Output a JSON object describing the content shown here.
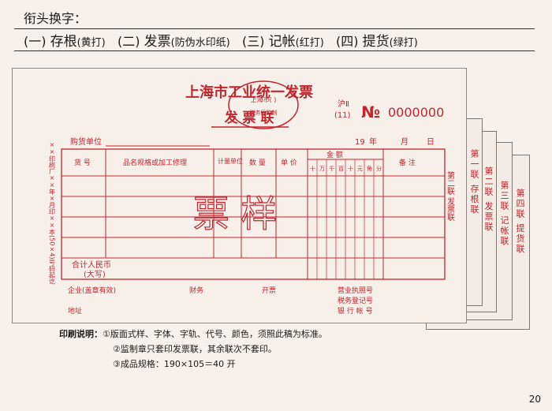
{
  "header": {
    "title": "衔头换字："
  },
  "copies": [
    {
      "num": "(一)",
      "name": "存根",
      "note": "(黄打)"
    },
    {
      "num": "(二)",
      "name": "发票",
      "note": "(防伪水印纸)"
    },
    {
      "num": "(三)",
      "name": "记帐",
      "note": "(红打)"
    },
    {
      "num": "(四)",
      "name": "提货",
      "note": "(绿打)"
    }
  ],
  "invoice": {
    "title": "上海市工业统一发票",
    "subtitle": "发 票 联",
    "series_line1": "沪Ⅱ",
    "series_line2": "(11)",
    "number_mark": "№",
    "number": "0000000",
    "stamp_line1": "上海市(   )",
    "stamp_line2": "税务局监制",
    "buyer_label": "购货单位",
    "date_year": "19",
    "date_year_unit": "年",
    "date_month": "月",
    "date_day": "日",
    "side_print": "××印刷厂××年×月印××本(50×4)号码起讫",
    "columns": {
      "item_no": "货  号",
      "name_spec": "品名规格或加工修理",
      "unit": "计量单位",
      "qty": "数  量",
      "price": "单  价",
      "amount": "金     额",
      "remark": "备   注"
    },
    "amount_digits": [
      "十",
      "万",
      "千",
      "百",
      "十",
      "元",
      "角",
      "分"
    ],
    "watermark": "票   样",
    "total_label": "合计人民币",
    "total_sub": "(大写)",
    "footer": {
      "company": "企业(盖章有效)",
      "finance": "财务",
      "issuer": "开票",
      "license": "营业执照号",
      "tax_reg": "税务登记号",
      "bank_acct": "银 行 帐 号",
      "address": "地址"
    },
    "right_label": "第二联  发票联"
  },
  "sheets": [
    {
      "label": "第一联  存根联"
    },
    {
      "label": "第二联  发票联"
    },
    {
      "label": "第三联  记帐联"
    },
    {
      "label": "第四联  提货联"
    }
  ],
  "notes": {
    "heading": "印刷说明：",
    "lines": [
      "①版面式样、字体、字轨、代号、颜色，须照此稿为标准。",
      "②监制章只套印发票联，其余联次不套印。",
      "③成品规格：190×105＝40 开"
    ]
  },
  "page_number": "20",
  "colors": {
    "ink": "#c0262c",
    "text": "#1a1a1a",
    "paper": "#f6f1ec"
  }
}
